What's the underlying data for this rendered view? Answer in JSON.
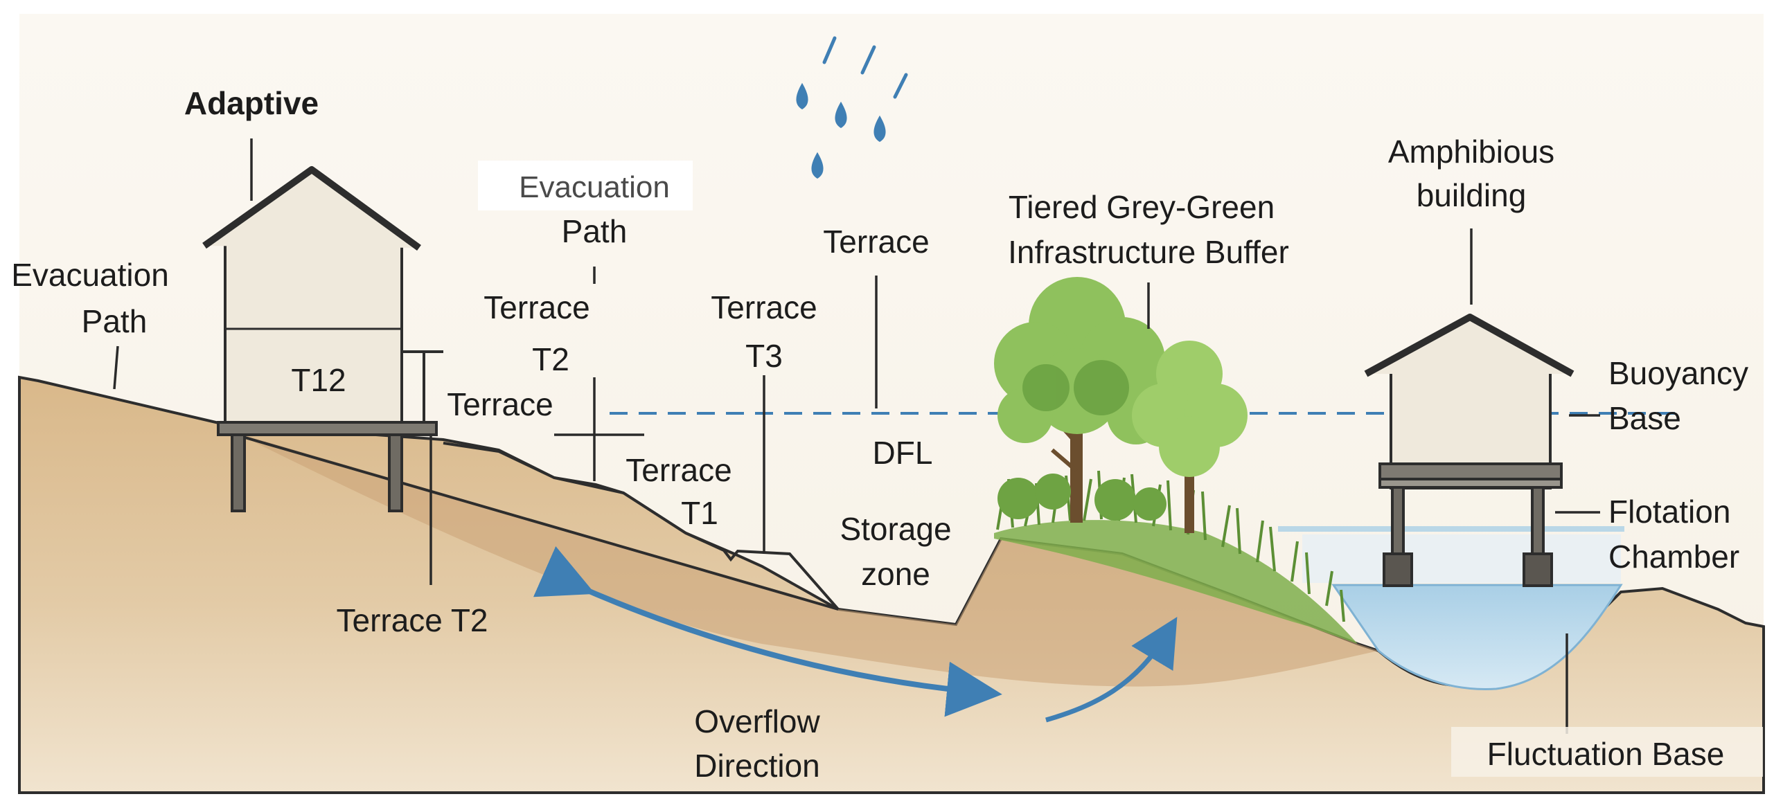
{
  "labels": {
    "adaptive": "Adaptive",
    "t12": "T12",
    "evac_left_1": "Evacuation",
    "evac_left_2": "Path",
    "evac_top_1": "Evacuation",
    "evac_top_2": "Path",
    "terrace_t2_upper_1": "Terrace",
    "terrace_t2_upper_2": "T2",
    "terrace_mid": "Terrace",
    "terrace_t3_1": "Terrace",
    "terrace_t3_2": "T3",
    "terrace_top": "Terrace",
    "terrace_t1_1": "Terrace",
    "terrace_t1_2": "T1",
    "dfl": "DFL",
    "storage_1": "Storage",
    "storage_2": "zone",
    "terrace_t2_lower": "Terrace T2",
    "tiered_1": "Tiered Grey-Green",
    "tiered_2": "Infrastructure Buffer",
    "amphibious_1": "Amphibious",
    "amphibious_2": "building",
    "buoyancy_1": "Buoyancy",
    "buoyancy_2": "Base",
    "flotation_1": "Flotation",
    "flotation_2": "Chamber",
    "overflow_1": "Overflow",
    "overflow_2": "Direction",
    "fluctuation": "Fluctuation Base"
  },
  "colors": {
    "soil_light": "#e8d7bd",
    "soil_mid": "#d8b98f",
    "soil_dark": "#c49a6c",
    "house_fill": "#efe9dc",
    "water": "#bcd9ea",
    "water_edge": "#7fb2d3",
    "flow_arrow": "#3f7fb4",
    "dfl_line": "#3f7fb4",
    "rain": "#3f7fb4",
    "tree_light": "#8fc15d",
    "tree_dark": "#5a9436",
    "grass": "#6a9e3f"
  }
}
